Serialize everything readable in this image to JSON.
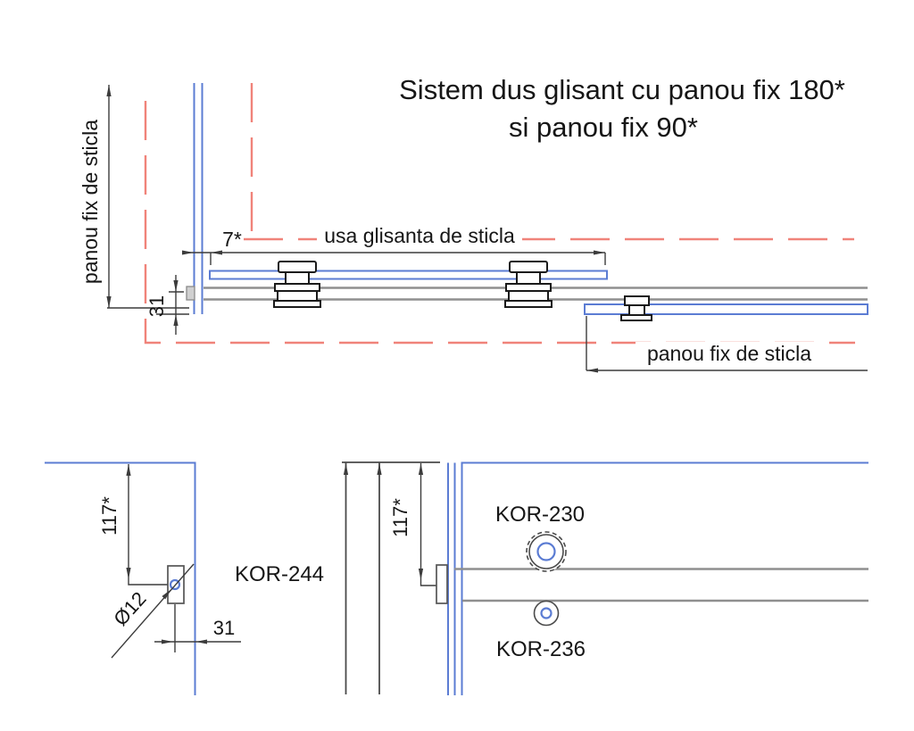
{
  "title": {
    "line1": "Sistem dus glisant cu panou fix 180*",
    "line2": "si panou fix 90*"
  },
  "plan": {
    "left_panel_label": "panou fix de sticla",
    "door_label": "usa glisanta de sticla",
    "right_panel_label": "panou fix de sticla",
    "dim_7": "7*",
    "dim_31": "31"
  },
  "detail_left": {
    "part": "KOR-244",
    "dim_117": "117*",
    "dim_diameter": "Ø12",
    "dim_31": "31"
  },
  "detail_right": {
    "part_top": "KOR-230",
    "part_bottom": "KOR-236",
    "dim_117": "117*"
  },
  "colors": {
    "glass_blue": "#5b7cd3",
    "wall_red": "#f0837a",
    "rail_gray": "#8f8f8f",
    "line_dark": "#3c3c3c",
    "outline_black": "#1a1a1a"
  }
}
